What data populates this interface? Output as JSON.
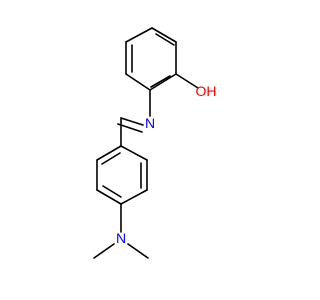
{
  "molecule": {
    "atoms": {
      "hydroxyl": "OH",
      "imine_nitrogen": "N",
      "amine_nitrogen": "N"
    },
    "colors": {
      "bond": "#000000",
      "oxygen": "#ff0000",
      "nitrogen": "#0000ff"
    }
  }
}
